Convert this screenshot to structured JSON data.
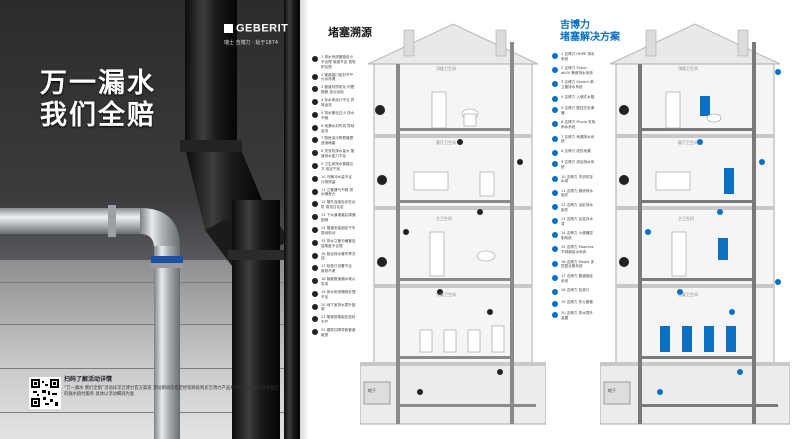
{
  "brand": {
    "name": "GEBERIT",
    "tagline": "瑞士 吉博力 · 始于1874"
  },
  "cover": {
    "slogan_line1": "万一漏水",
    "slogan_line2": "我们全赔"
  },
  "qr": {
    "title": "扫码了解活动详情",
    "desc": "“万一漏水 我们全赔”活动详见吉博力官方渠道 活动期间在指定经销商处购买吉博力产品并完成登记 即可享受相应的漏水赔付服务 具体以活动细则为准"
  },
  "problems": {
    "title": "堵塞溯源",
    "items": [
      "1 排水系统管路设计不合理 坡度不足 易堆积杂物",
      "2 管道接口密封不严 污水渗漏",
      "3 管道材质老化 内壁粗糙 挂污结垢",
      "4 存水弯设计不当 异味返流",
      "5 排水管径过小 排水不畅",
      "6 地漏水封失效 异味返流",
      "7 厨房油污附着管壁 逐渐堵塞",
      "8 洗衣机排水量大 管道排水能力不足",
      "9 卫生间排水管路交叉 相互干扰",
      "10 马桶冲水量不足 污物残留",
      "11 立管通气不畅 排水噪音大",
      "12 管件连接处存在台阶 易挂住毛发",
      "13 下水道堵塞后清通困难",
      "14 管道安装固定不牢 振动松动",
      "15 排水立管与横管连接角度不合理",
      "16 阳台排水管冬季冻结",
      "17 检查口设置不足 维修不便",
      "18 隐蔽管道漏水难以发现",
      "19 排水系统隔音处理不足",
      "20 地下室排水提升困难",
      "21 管道穿楼板处密封不严",
      "22 建筑沉降导致管道破损"
    ]
  },
  "solutions": {
    "title_line1": "吉博力",
    "title_line2": "堵塞解决方案",
    "items": [
      "1 吉博力 HDPE 排水系统",
      "2 吉博力 Silent-db20 静音排水系统",
      "3 吉博力 Sovent 单立管排水系统",
      "4 吉博力 入墙式水箱",
      "5 吉博力 壁挂式坐便器",
      "6 吉博力 Pluvia 虹吸雨水系统",
      "7 吉博力 地漏排水系统",
      "8 吉博力 线性地漏",
      "9 吉博力 淋浴排水系统",
      "10 吉博力 洗衣机存水弯",
      "11 吉博力 厨房排水组件",
      "12 吉博力 浴缸排水组件",
      "13 吉博力 台盆存水弯",
      "14 吉博力 小便器控制系统",
      "15 吉博力 Mapress 不锈钢给水系统",
      "16 吉博力 Mepla 多层复合管系统",
      "17 吉博力 管道固定系统",
      "18 吉博力 检查口",
      "19 吉博力 防火套管",
      "20 吉博力 排水提升装置"
    ]
  },
  "house_labels": {
    "floor4": "顶楼卫生间",
    "floor3": "客厅卫生间",
    "floor2": "主卫生间",
    "floor1": "大厦卫生间",
    "basement": "地下"
  },
  "colors": {
    "accent_blue": "#0a70c4",
    "dark": "#222222"
  }
}
